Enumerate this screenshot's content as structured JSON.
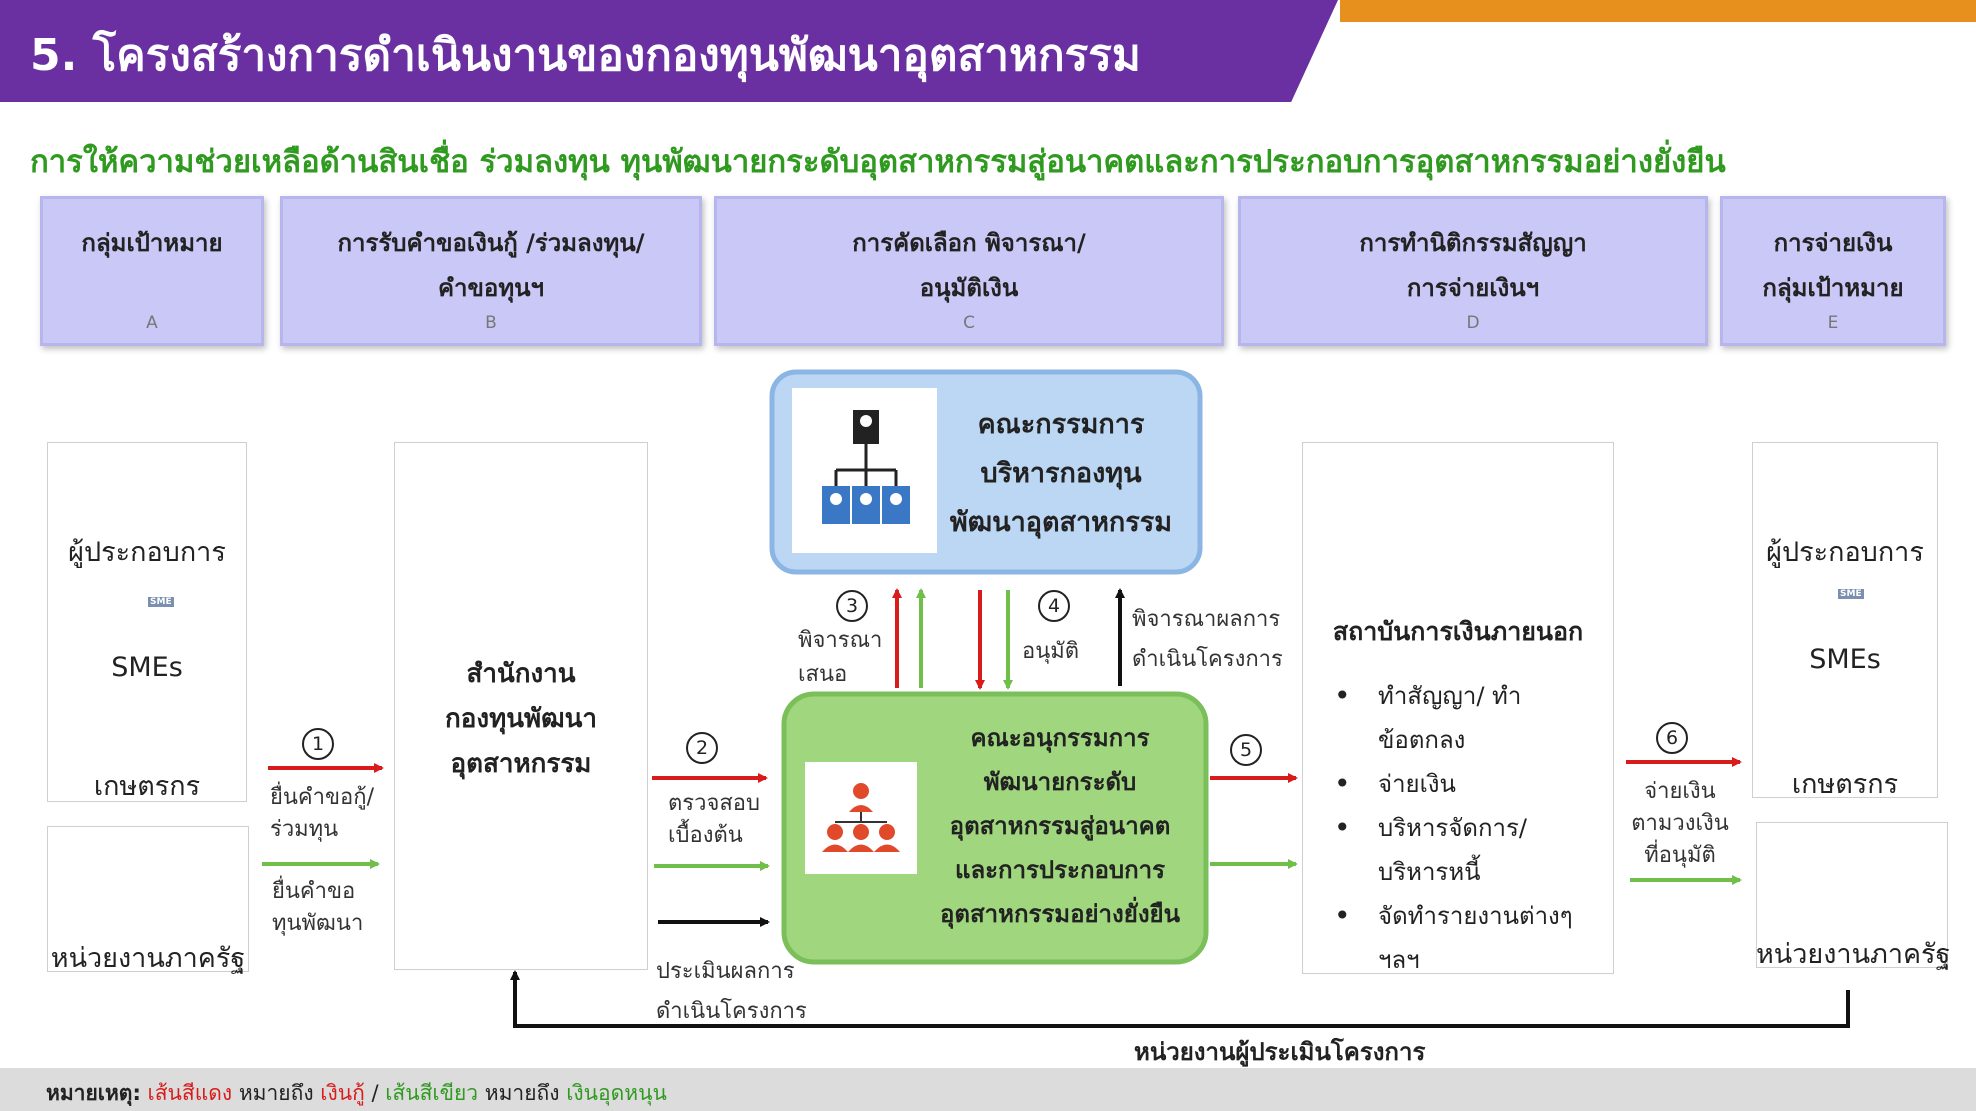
{
  "header": {
    "title": "5. โครงสร้างการดำเนินงานของกองทุนพัฒนาอุตสาหกรรม",
    "subtitle": "การให้ความช่วยเหลือด้านสินเชื่อ ร่วมลงทุน ทุนพัฒนายกระดับอุตสาหกรรมสู่อนาคตและการประกอบการอุตสาหกรรมอย่างยั่งยืน",
    "band_color": "#6a2fa0",
    "accent_color": "#e8901e"
  },
  "columns": [
    {
      "line1": "กลุ่มเป้าหมาย",
      "line2": "",
      "letter": "A"
    },
    {
      "line1": "การรับคำขอเงินกู้ /ร่วมลงทุน/",
      "line2": "คำขอทุนฯ",
      "letter": "B"
    },
    {
      "line1": "การคัดเลือก พิจารณา/",
      "line2": "อนุมัติเงิน",
      "letter": "C"
    },
    {
      "line1": "การทำนิติกรรมสัญญา",
      "line2": "การจ่ายเงินฯ",
      "letter": "D"
    },
    {
      "line1": "การจ่ายเงิน",
      "line2": "กลุ่มเป้าหมาย",
      "letter": "E"
    }
  ],
  "targets": {
    "operator": "ผู้ประกอบการ",
    "sme": "SMEs",
    "sme_badge": "SME",
    "farmer": "เกษตรกร",
    "gov": "หน่วยงานภาครัฐ"
  },
  "office": {
    "line1": "สำนักงาน",
    "line2": "กองทุนพัฒนา",
    "line3": "อุตสาหกรรม"
  },
  "board": {
    "line1": "คณะกรรมการ",
    "line2": "บริหารกองทุน",
    "line3": "พัฒนาอุตสาหกรรม"
  },
  "subcommittee": {
    "line1": "คณะอนุกรรมการ",
    "line2": "พัฒนายกระดับ",
    "line3": "อุตสาหกรรมสู่อนาคต",
    "line4": "และการประกอบการ",
    "line5": "อุตสาหกรรมอย่างยั่งยืน"
  },
  "finance": {
    "title": "สถาบันการเงินภายนอก",
    "items": [
      {
        "a": "ทำสัญญา/ ทำ",
        "b": "ข้อตกลง"
      },
      {
        "a": "จ่ายเงิน",
        "b": ""
      },
      {
        "a": "บริหารจัดการ/",
        "b": "บริหารหนี้"
      },
      {
        "a": "จัดทำรายงานต่างๆ",
        "b": "ฯลฯ"
      }
    ]
  },
  "steps": {
    "s1": {
      "num": "1",
      "a": "ยื่นคำขอกู้/",
      "b": "ร่วมทุน"
    },
    "s1b": {
      "a": "ยื่นคำขอ",
      "b": "ทุนพัฒนา"
    },
    "s2": {
      "num": "2",
      "a": "ตรวจสอบ",
      "b": "เบื้องต้น"
    },
    "s2b": {
      "a": "ประเมินผลการ",
      "b": "ดำเนินโครงการ"
    },
    "s3": {
      "num": "3",
      "a": "พิจารณา",
      "b": "เสนอ"
    },
    "s4": {
      "num": "4",
      "a": "อนุมัติ"
    },
    "s4b": {
      "a": "พิจารณาผลการ",
      "b": "ดำเนินโครงการ"
    },
    "s5": {
      "num": "5"
    },
    "s6": {
      "num": "6",
      "a": "จ่ายเงิน",
      "b": "ตามวงเงิน",
      "c": "ที่อนุมัติ"
    }
  },
  "evaluator": "หน่วยงานผู้ประเมินโครงการ",
  "legend": {
    "prefix": "หมายเหตุ:",
    "red_line": "เส้นสีแดง",
    "means1": "หมายถึง",
    "loan": "เงินกู้",
    "sep": "/",
    "green_line": "เส้นสีเขียว",
    "means2": "หมายถึง",
    "subsidy": "เงินอุดหนุน"
  },
  "colors": {
    "red": "#d81c1c",
    "green": "#6fbf4a",
    "lavender": "#c9c8f7",
    "board_blue": "#bcd7f3",
    "sub_green": "#9fd67e"
  }
}
